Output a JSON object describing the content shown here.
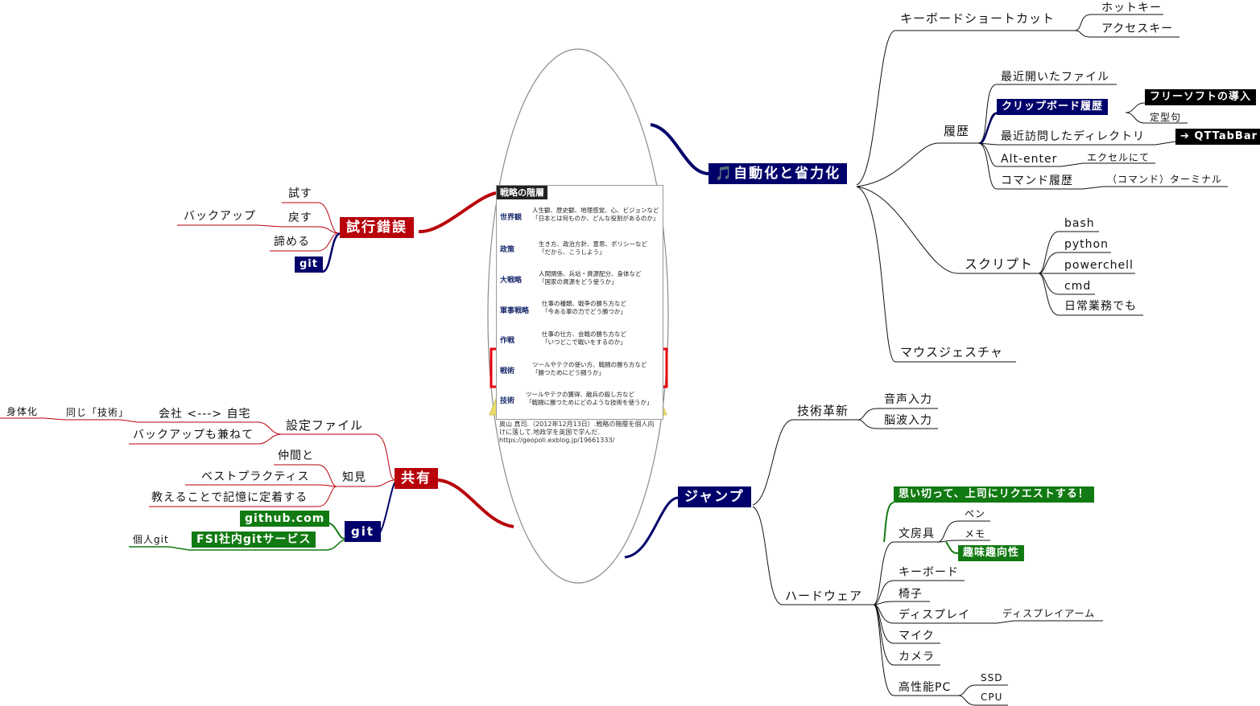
{
  "nodes": {
    "automation": {
      "label": "🎵自動化と省力化",
      "shortcut": "キーボードショートカット",
      "hotkey": "ホットキー",
      "accesskey": "アクセスキー",
      "history": "履歴",
      "recent_files": "最近開いたファイル",
      "clipboard": "クリップボード履歴",
      "freesoft": "フリーソフトの導入",
      "fixed_phrase": "定型句",
      "recent_dirs": "最近訪問したディレクトリ",
      "qttabbar": "➔ QTTabBar",
      "alt_enter": "Alt-enter",
      "excel": "エクセルにて",
      "cmd_history": "コマンド履歴",
      "terminal": "（コマンド）ターミナル",
      "script": "スクリプト",
      "bash": "bash",
      "python": "python",
      "powershell": "powerchell",
      "cmd": "cmd",
      "daily": "日常業務でも",
      "mouse": "マウスジェスチャ"
    },
    "jump": {
      "label": "ジャンプ",
      "innovation": "技術革新",
      "voice": "音声入力",
      "brainwave": "脳波入力",
      "hardware": "ハードウェア",
      "request": "思い切って、上司にリクエストする！",
      "stationery": "文房具",
      "pen": "ペン",
      "memo": "メモ",
      "hobby": "趣味趣向性",
      "keyboard": "キーボード",
      "chair": "椅子",
      "display": "ディスプレイ",
      "display_arm": "ディスプレイアーム",
      "mic": "マイク",
      "camera": "カメラ",
      "pc": "高性能PC",
      "ssd": "SSD",
      "cpu": "CPU"
    },
    "trial": {
      "label": "試行錯誤",
      "try": "試す",
      "revert": "戻す",
      "backup": "バックアップ",
      "giveup": "諦める",
      "git": "git"
    },
    "share": {
      "label": "共有",
      "settings": "設定ファイル",
      "company_home": "会社 <---> 自宅",
      "same_tech": "同じ「技術」",
      "embody": "身体化",
      "backup_too": "バックアップも兼ねて",
      "knowledge": "知見",
      "friends": "仲間と",
      "best_practice": "ベストプラクティス",
      "teach": "教えることで記憶に定着する",
      "git": "git",
      "github": "github.com",
      "fsi_git": "FSI社内gitサービス",
      "personal_git": "個人git"
    }
  },
  "pyramid": {
    "title": "戦略の階層",
    "levels": [
      {
        "name": "世界観",
        "desc1": "人生観、歴史観、地理感覚、心、ビジョンなど",
        "desc2": "「日本とは何ものか、どんな役割があるのか」"
      },
      {
        "name": "政策",
        "desc1": "生き方、政治方針、意思、ポリシーなど",
        "desc2": "「だから、こうしよう」"
      },
      {
        "name": "大戦略",
        "desc1": "人間関係、兵站・資源配分、身体など",
        "desc2": "「国家の資源をどう使うか」"
      },
      {
        "name": "軍事戦略",
        "desc1": "仕事の種類、戦争の勝ち方など",
        "desc2": "「今ある軍の力でどう勝つか」"
      },
      {
        "name": "作戦",
        "desc1": "仕事の仕方、会戦の勝ち方など",
        "desc2": "「いつどこで戦いをするのか」"
      },
      {
        "name": "戦術",
        "desc1": "ツールやテクの使い方、戦闘の勝ち方など",
        "desc2": "「勝つためにどう闘うか」"
      },
      {
        "name": "技術",
        "desc1": "ツールやテクの獲得、敵兵の殺し方など",
        "desc2": "「戦闘に勝つためにどのような技術を使うか」"
      }
    ],
    "credit": "奥山 真司.（2012年12月13日）.戦略の階層を個人向けに落して.地政学を英国で学んだ.\nhttps://geopoli.exblog.jp/19661333/"
  },
  "colors": {
    "navy": "#00006b",
    "red": "#b8000a",
    "green": "#127a12",
    "highlight": "#e8000e"
  }
}
